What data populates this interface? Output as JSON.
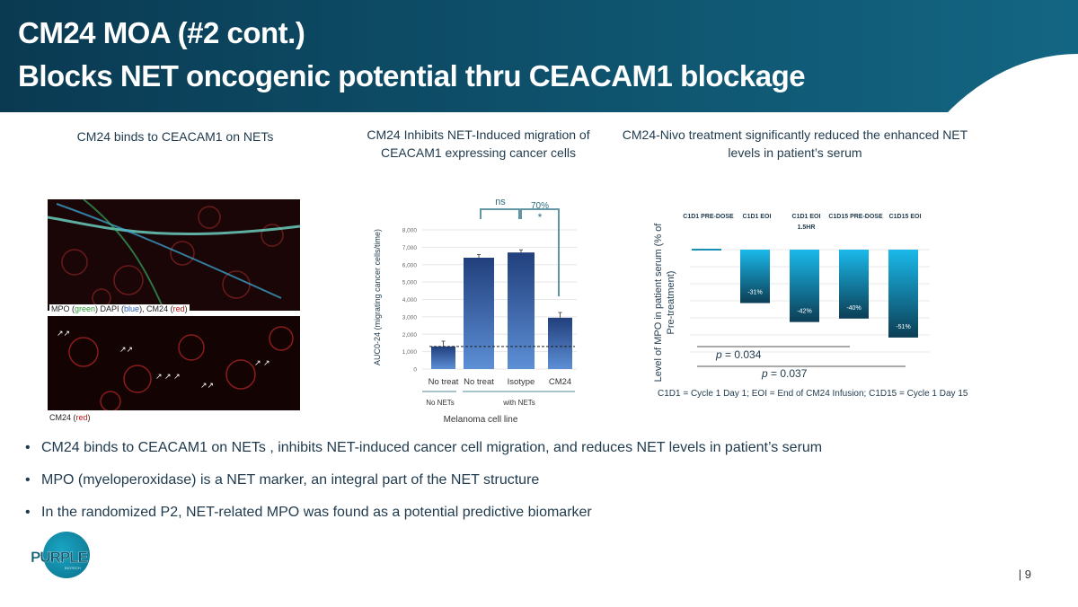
{
  "header": {
    "line1": "CM24 MOA (#2 cont.)",
    "line2": "Blocks NET oncogenic potential thru CEACAM1 blockage"
  },
  "panels": {
    "left": {
      "caption": "CM24 binds to CEACAM1 on NETs",
      "img1_legend": {
        "mpo": "MPO (",
        "green": "green",
        "dapi": ") DAPI (",
        "blue": "blue",
        "cm24": "), CM24 (",
        "red": "red",
        "end": ")"
      },
      "img2_legend": {
        "cm24": "CM24 (",
        "red": "red",
        "end": ")"
      }
    },
    "middle": {
      "caption": "CM24 Inhibits NET-Induced migration of CEACAM1 expressing cancer cells"
    },
    "right": {
      "caption": "CM24-Nivo treatment significantly reduced the enhanced NET levels in patient’s serum"
    }
  },
  "chart_data": [
    {
      "type": "bar",
      "title": "",
      "ylabel": "AUC0-24 (migrating cancer cells/time)",
      "xlabel": "Melanoma cell line",
      "ylim": [
        0,
        8000
      ],
      "yticks": [
        "0",
        "1,000",
        "2,000",
        "3,000",
        "4,000",
        "5,000",
        "6,000",
        "7,000",
        "8,000"
      ],
      "categories": [
        "No treat",
        "No treat",
        "Isotype",
        "CM24"
      ],
      "values": [
        1300,
        6400,
        6700,
        2950
      ],
      "errors": [
        300,
        180,
        150,
        300
      ],
      "groups": [
        {
          "label": "No NETs"
        },
        {
          "label": "with NETs"
        }
      ],
      "annotations": {
        "ns": "ns",
        "pct": "70%",
        "star": "*"
      },
      "baseline": 1300
    },
    {
      "type": "bar",
      "ylabel": "Level of MPO in patient serum (% of Pre-treatment)",
      "ylim": [
        -60,
        0
      ],
      "categories": [
        "C1D1 PRE-DOSE",
        "C1D1 EOI",
        "C1D1 EOI 1.5HR",
        "C1D15 PRE-DOSE",
        "C1D15 EOI"
      ],
      "values": [
        0,
        -31,
        -42,
        -40,
        -51
      ],
      "labels": [
        "",
        "-31%",
        "-42%",
        "-40%",
        "-51%"
      ],
      "pvalues": [
        {
          "p": "p",
          "v": " = 0.034"
        },
        {
          "p": "p",
          "v": " = 0.037"
        }
      ],
      "footnote": "C1D1 = Cycle 1 Day 1; EOI = End of CM24 Infusion; C1D15 = Cycle 1 Day 15"
    }
  ],
  "bullets": [
    "CM24 binds to CEACAM1 on NETs , inhibits NET-induced cancer cell migration, and reduces NET levels in patient’s serum",
    "MPO (myeloperoxidase) is a NET marker, an integral part of the NET structure",
    "In the randomized P2, NET-related MPO was found as a potential predictive biomarker"
  ],
  "logo": {
    "name": "PURPLE",
    "sub": "BIOTECH"
  },
  "page": "| 9",
  "colors": {
    "header": "#0f5570",
    "bar1": "#2d5ea8",
    "bar2": "#1ab7e6"
  }
}
